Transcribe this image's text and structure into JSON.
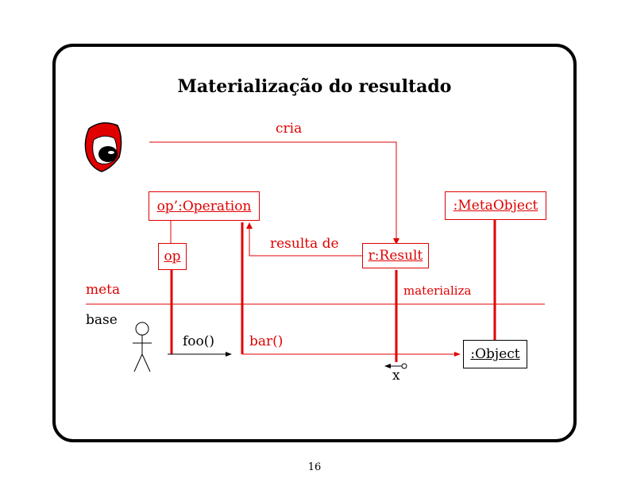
{
  "slide": {
    "title": "Materialização do resultado",
    "page_number": "16"
  },
  "diagram": {
    "objects": {
      "operation": ":Operation",
      "operation_prefix": "op’",
      "op": "op",
      "result": "r:Result",
      "metaobject": ":MetaObject",
      "object": ":Object"
    },
    "messages": {
      "cria": "cria",
      "resulta_de": "resulta de",
      "materializa": "materializa",
      "foo": "foo()",
      "bar": "bar()",
      "x": "x"
    },
    "levels": {
      "meta": "meta",
      "base": "base"
    }
  },
  "colors": {
    "meta_red": "#e00000",
    "base_black": "#000000"
  },
  "icons": [
    "metaobject-mascot-icon",
    "actor-stick-figure-icon"
  ]
}
